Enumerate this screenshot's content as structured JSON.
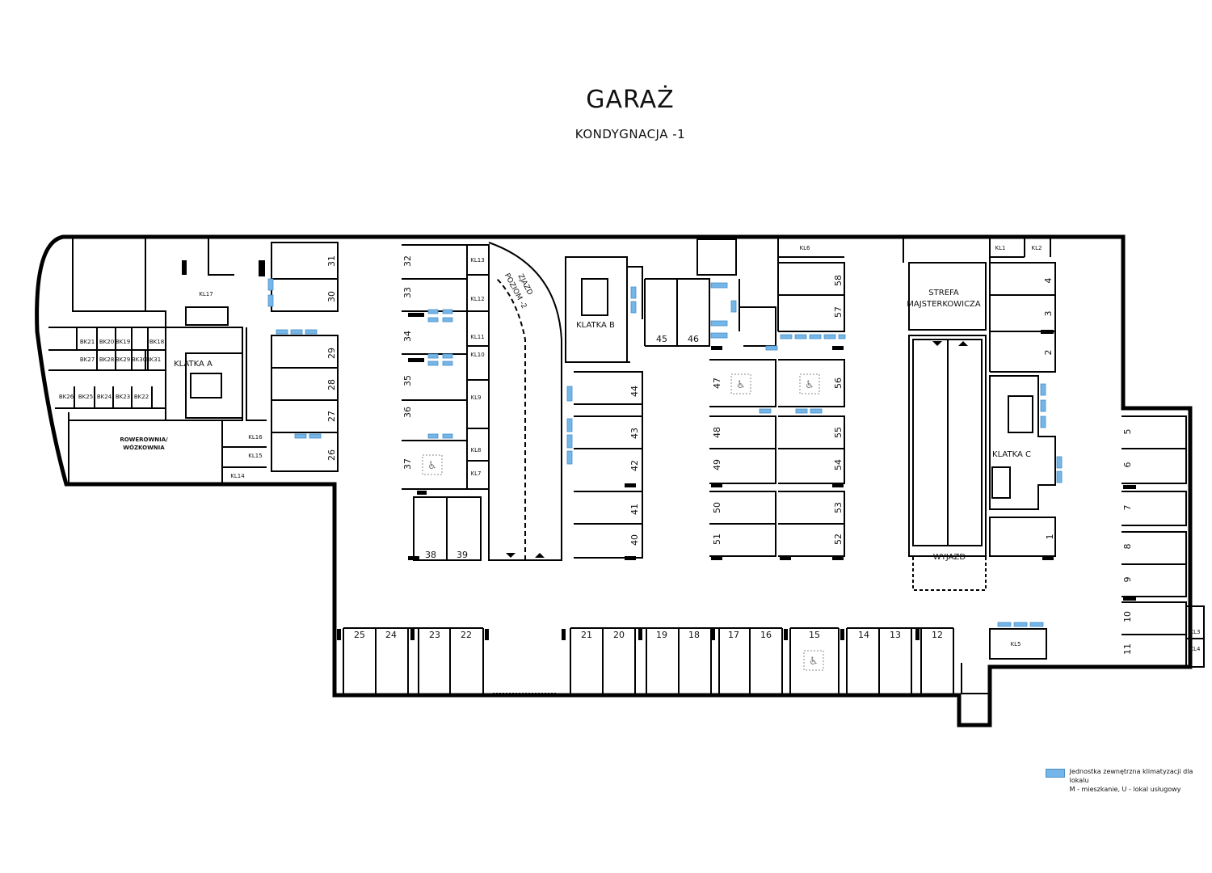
{
  "title": "GARAŻ",
  "subtitle": "KONDYGNACJA -1",
  "colors": {
    "wall": "#000000",
    "ac_unit": "#74b6e8",
    "ac_border": "#4a90c8",
    "accessible": "#888888"
  },
  "rooms": {
    "klatka_a": "KLATKA A",
    "klatka_b": "KLATKA B",
    "klatka_c": "KLATKA C",
    "rowerownia_1": "ROWEROWNIA/",
    "rowerownia_2": "WÓZKOWNIA",
    "zjazd_1": "ZJAZD",
    "zjazd_2": "POZIOM -2",
    "strefa_1": "STREFA",
    "strefa_2": "MAJSTERKOWICZA",
    "wyjazd": "WYJAZD"
  },
  "storage_units": [
    "BK21",
    "BK20",
    "BK19",
    "BK18",
    "BK27",
    "BK28",
    "BK29",
    "BK30",
    "BK31",
    "BK26",
    "BK25",
    "BK24",
    "BK23",
    "BK22"
  ],
  "cellars": [
    "KL1",
    "KL2",
    "KL3",
    "KL4",
    "KL5",
    "KL6",
    "KL7",
    "KL8",
    "KL9",
    "KL10",
    "KL11",
    "KL12",
    "KL13",
    "KL14",
    "KL15",
    "KL16",
    "KL17"
  ],
  "parking_spots": [
    "1",
    "2",
    "3",
    "4",
    "5",
    "6",
    "7",
    "8",
    "9",
    "10",
    "11",
    "12",
    "13",
    "14",
    "15",
    "16",
    "17",
    "18",
    "19",
    "20",
    "21",
    "22",
    "23",
    "24",
    "25",
    "26",
    "27",
    "28",
    "29",
    "30",
    "31",
    "32",
    "33",
    "34",
    "35",
    "36",
    "37",
    "38",
    "39",
    "40",
    "41",
    "42",
    "43",
    "44",
    "45",
    "46",
    "47",
    "48",
    "49",
    "50",
    "51",
    "52",
    "53",
    "54",
    "55",
    "56",
    "57",
    "58"
  ],
  "accessible_spots": [
    "15",
    "37",
    "47",
    "56"
  ],
  "legend": {
    "line1": "Jednostka zewnętrzna klimatyzacji dla lokalu",
    "line2": "M - mieszkanie, U - lokal usługowy"
  }
}
